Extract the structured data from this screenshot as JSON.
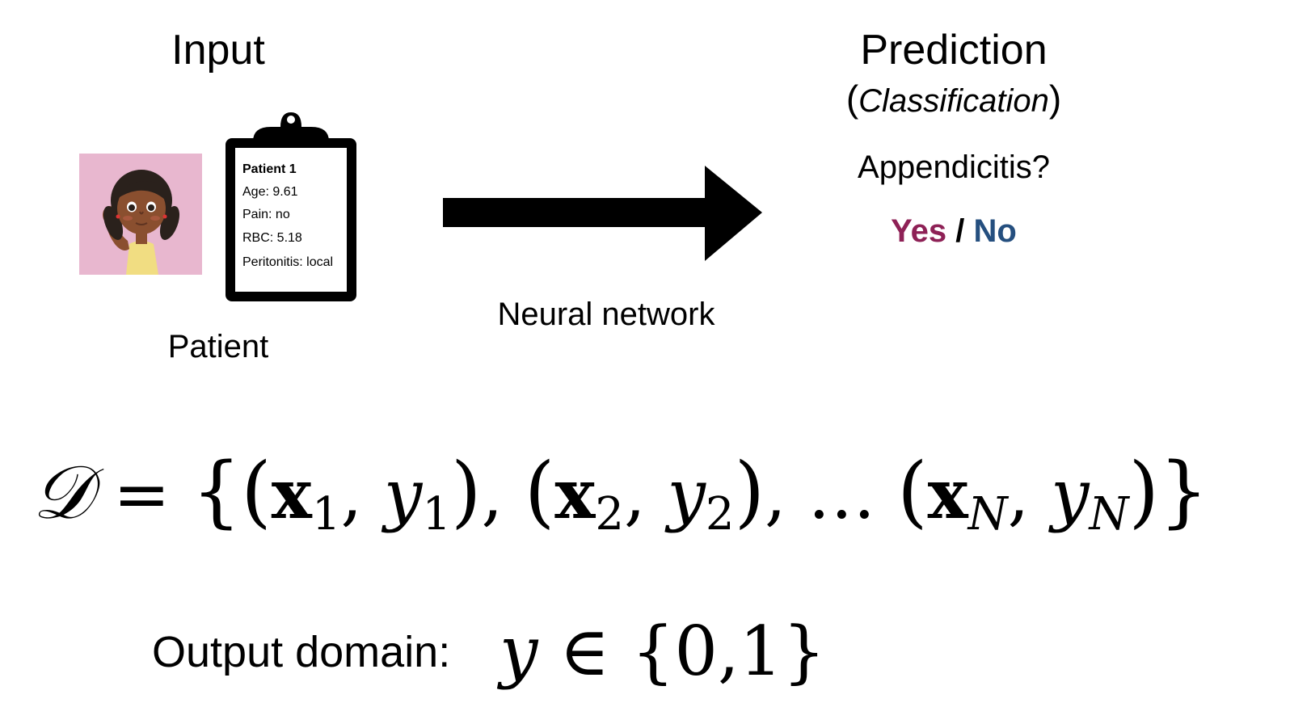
{
  "input": {
    "heading": "Input",
    "patient_label": "Patient",
    "avatar_icon": "girl-avatar-icon",
    "clipboard_icon": "clipboard-icon",
    "record": {
      "title": "Patient 1",
      "lines": [
        "Age: 9.61",
        "Pain: no",
        "RBC: 5.18",
        "Peritonitis: local"
      ]
    }
  },
  "model": {
    "label": "Neural network",
    "arrow_icon": "right-arrow-icon"
  },
  "prediction": {
    "heading": "Prediction",
    "subheading": "Classification",
    "question": "Appendicitis?",
    "yes_label": "Yes",
    "separator": "/",
    "no_label": "No",
    "yes_color": "#8e2156",
    "no_color": "#254f7f"
  },
  "math": {
    "dataset_symbol": "𝒟",
    "equals": "=",
    "x": "x",
    "y": "y",
    "sub1": "1",
    "sub2": "2",
    "subN": "N",
    "ellipsis": "…",
    "output_label": "Output domain:",
    "output_domain": "{0,1}",
    "element_of": "∈"
  }
}
